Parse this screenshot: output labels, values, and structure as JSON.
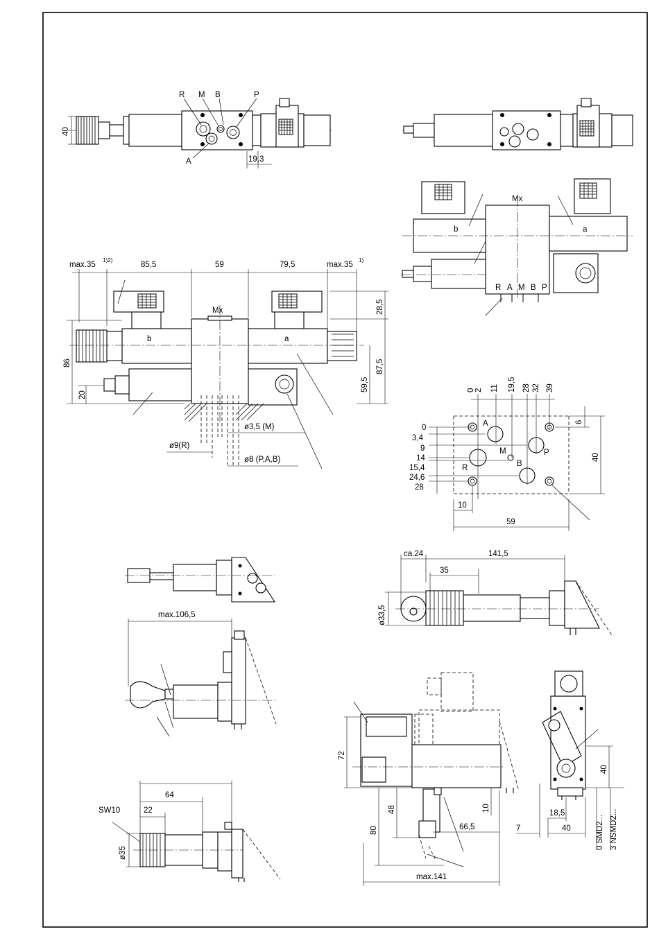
{
  "top_left_view": {
    "ports": {
      "R": "R",
      "M": "M",
      "B": "B",
      "P": "P",
      "A": "A"
    },
    "dims": {
      "height": "40",
      "offset": "19,3"
    }
  },
  "iso_view": {
    "labels": {
      "mx": "Mx",
      "b": "b",
      "a": "a"
    },
    "ports": {
      "R": "R",
      "A": "A",
      "M": "M",
      "B": "B",
      "P": "P"
    }
  },
  "front_view": {
    "dims": {
      "max_left": "max.35",
      "max_left_note": "1)2)",
      "w1": "85,5",
      "w2": "59",
      "w3": "79,5",
      "max_right": "max.35",
      "max_right_note": "1)",
      "h_total": "86",
      "h_low": "20",
      "h_top": "28,5",
      "h_right": "87,5",
      "h_mid": "59,5",
      "d_m": "ø3,5  (M)",
      "d_r": "ø9(R)",
      "d_pab": "ø8  (P,A,B)"
    },
    "labels": {
      "mx": "Mx",
      "b": "b",
      "a": "a"
    }
  },
  "port_pattern": {
    "x_dims": [
      "0",
      "2",
      "11",
      "19,5",
      "28",
      "32",
      "39"
    ],
    "y_dims": [
      "0",
      "3,4",
      "9",
      "14",
      "15,4",
      "24,6",
      "28"
    ],
    "ports": {
      "A": "A",
      "M": "M",
      "P": "P",
      "R": "R",
      "B": "B"
    },
    "dims": {
      "d6": "6",
      "d40": "40",
      "d10": "10",
      "d59": "59"
    }
  },
  "lever_view": {
    "dims": {
      "max": "max.106,5"
    }
  },
  "knob_view": {
    "dims": {
      "sw": "SW10",
      "d35": "ø35",
      "d22": "22",
      "d64": "64"
    }
  },
  "handwheel_view": {
    "dims": {
      "ca24": "ca.24",
      "d141": "141,5",
      "d35": "35",
      "d33": "ø33,5"
    }
  },
  "side_view": {
    "dims": {
      "d72": "72",
      "d80": "80",
      "d48": "48",
      "d10": "10",
      "d665": "66,5",
      "dmax": "max.141",
      "d7": "7",
      "d185": "18,5",
      "d40w": "40",
      "d40h": "40",
      "smd": "0  SMD2...",
      "nsmd": "3  NSMD2..."
    }
  }
}
